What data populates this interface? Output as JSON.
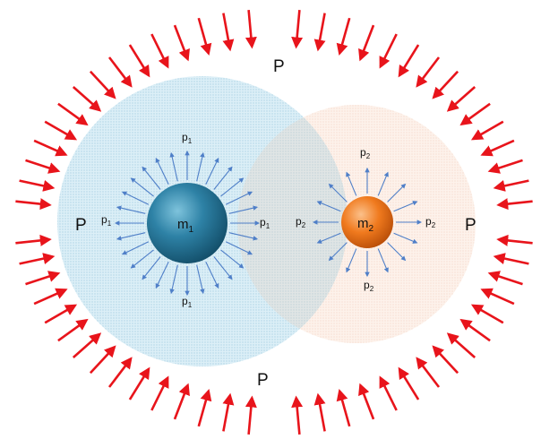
{
  "diagram": {
    "outer_pressure": {
      "label": "P",
      "arrow_count": 64,
      "color": "#e8141b"
    },
    "mass1": {
      "symbol": "m",
      "sub": "1",
      "pressure_symbol": "p",
      "pressure_sub": "1",
      "arrow_count": 28,
      "arrow_color": "#4f7fc8",
      "sphere_color": "#2e7fa3",
      "field_color": "#bfe0ee"
    },
    "mass2": {
      "symbol": "m",
      "sub": "2",
      "pressure_symbol": "p",
      "pressure_sub": "2",
      "arrow_count": 16,
      "arrow_color": "#4f7fc8",
      "sphere_color": "#f07a1e",
      "field_color": "#fbe6da"
    }
  }
}
